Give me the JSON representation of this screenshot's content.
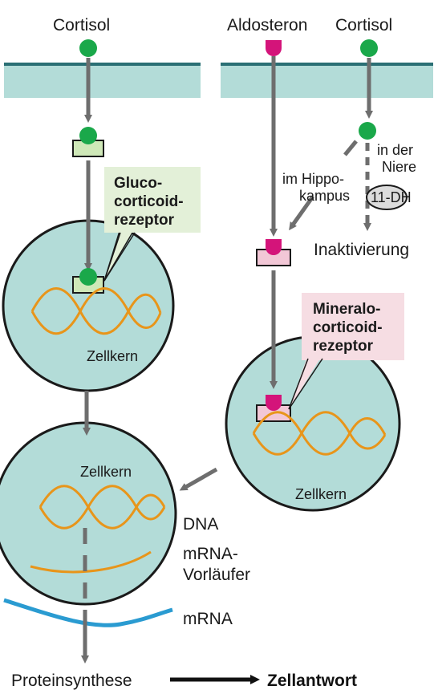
{
  "labels": {
    "cortisol_left": "Cortisol",
    "aldosteron": "Aldosteron",
    "cortisol_right": "Cortisol",
    "gluco_line1": "Gluco-",
    "gluco_line2": "corticoid-",
    "gluco_line3": "rezeptor",
    "zellkern_1": "Zellkern",
    "zellkern_2": "Zellkern",
    "zellkern_3": "Zellkern",
    "im_hippo_line1": "im Hippo-",
    "im_hippo_line2": "kampus",
    "in_der_line1": "in der",
    "in_der_line2": "Niere",
    "enzyme": "11-DH",
    "inaktivierung": "Inaktivierung",
    "mineralo_line1": "Mineralo-",
    "mineralo_line2": "corticoid-",
    "mineralo_line3": "rezeptor",
    "dna": "DNA",
    "mrna_vorl_line1": "mRNA-",
    "mrna_vorl_line2": "Vorläufer",
    "mrna": "mRNA",
    "proteinsynthese": "Proteinsynthese",
    "zellantwort": "Zellantwort"
  },
  "colors": {
    "membrane": "#b3dcd8",
    "nucleus_fill": "#b3dcd8",
    "cortisol": "#1aa84a",
    "aldosteron": "#d4147a",
    "gluco_receptor": "#cfe8b8",
    "mineralo_receptor": "#f2c7d6",
    "gluco_box": "#e3f0d8",
    "mineralo_box": "#f6dde3",
    "dna": "#e8951a",
    "mrna": "#2a9bd1",
    "arrow": "#6e6e6e"
  }
}
